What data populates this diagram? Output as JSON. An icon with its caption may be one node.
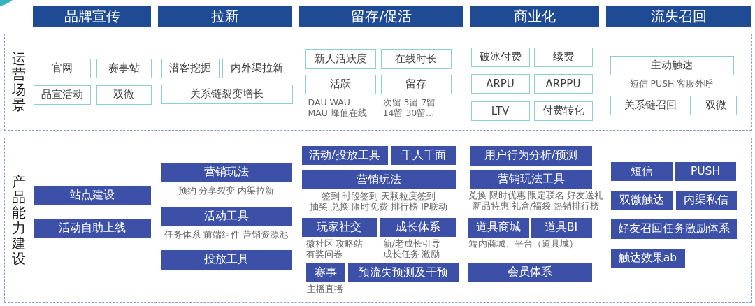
{
  "diagram": {
    "nodes": [
      {
        "text": [
          "品牌宣传"
        ]
      },
      {
        "text": [
          "拉新"
        ]
      },
      {
        "text": [
          "留存/促活"
        ]
      },
      {
        "text": [
          "商业化"
        ]
      },
      {
        "text": [
          "流失召回"
        ]
      },
      {
        "text": [
          "运营场景"
        ]
      },
      {
        "text": [
          "官网"
        ],
        "in": 5
      },
      {
        "text": [
          "赛事站"
        ],
        "in": 5
      },
      {
        "text": [
          "品宣活动"
        ],
        "in": 5
      },
      {
        "text": [
          "双微"
        ],
        "in": 5
      },
      {
        "text": [
          "潜客挖掘"
        ],
        "in": 5
      },
      {
        "text": [
          "内外渠拉新"
        ],
        "in": 5
      },
      {
        "text": [
          "关系链裂变增长"
        ],
        "in": 5
      },
      {
        "text": [
          "新人活跃度"
        ],
        "in": 5
      },
      {
        "text": [
          "在线时长"
        ],
        "in": 5
      },
      {
        "text": [
          "活跃"
        ],
        "in": 5,
        "beside": [
          "DAU WAU MAU 峰值在线"
        ]
      },
      {
        "text": [
          "留存"
        ],
        "in": 5,
        "beside": [
          "次留 3留 7留 14留 30留..."
        ]
      },
      {
        "text": [
          "破冰付费"
        ],
        "in": 5
      },
      {
        "text": [
          "续费"
        ],
        "in": 5
      },
      {
        "text": [
          "ARPU"
        ],
        "in": 5
      },
      {
        "text": [
          "ARPPU"
        ],
        "in": 5
      },
      {
        "text": [
          "LTV"
        ],
        "in": 5
      },
      {
        "text": [
          "付费转化"
        ],
        "in": 5
      },
      {
        "text": [
          "主动触达"
        ],
        "in": 5,
        "beside": [
          "短信 PUSH 客服外呼"
        ]
      },
      {
        "text": [
          "关系链召回"
        ],
        "in": 5
      },
      {
        "text": [
          "双微"
        ],
        "in": 5
      },
      {
        "text": [
          "产品能力建设"
        ]
      },
      {
        "text": [
          "站点建设"
        ],
        "in": 26
      },
      {
        "text": [
          "活动自助上线"
        ],
        "in": 26
      },
      {
        "text": [
          "营销玩法"
        ],
        "in": 26,
        "beside": [
          "预约 分享裂变 内渠拉新"
        ]
      },
      {
        "text": [
          "活动工具"
        ],
        "in": 26,
        "beside": [
          "任务体系 前端组件 营销资源池"
        ]
      },
      {
        "text": [
          "投放工具"
        ],
        "in": 26
      },
      {
        "text": [
          "活动/投放工具"
        ],
        "in": 26
      },
      {
        "text": [
          "千人千面"
        ],
        "in": 26
      },
      {
        "text": [
          "营销玩法"
        ],
        "in": 26,
        "beside": [
          "签到 时段签到 天颗粒度签到抽奖 兑换 限时免费 排行榜 IP联动"
        ]
      },
      {
        "text": [
          "玩家社交"
        ],
        "in": 26,
        "beside": [
          "微社区 攻略站有奖问卷"
        ]
      },
      {
        "text": [
          "成长体系"
        ],
        "in": 26,
        "beside": [
          "新/老成长引导成长任务 激励"
        ]
      },
      {
        "text": [
          "赛事"
        ],
        "in": 26,
        "beside": [
          "主播直播"
        ]
      },
      {
        "text": [
          "预流失预测及干预"
        ],
        "in": 26
      },
      {
        "text": [
          "用户行为分析/预测"
        ],
        "in": 26
      },
      {
        "text": [
          "营销玩法工具"
        ],
        "in": 26,
        "beside": [
          "兑换 限时优惠 限定联名 好友送礼新品特惠 礼盒/福袋 热销排行榜"
        ]
      },
      {
        "text": [
          "道具商城"
        ],
        "in": 26,
        "beside": [
          "端内商城、平台（道具城）"
        ]
      },
      {
        "text": [
          "道具BI"
        ],
        "in": 26
      },
      {
        "text": [
          "会员体系"
        ],
        "in": 26
      },
      {
        "text": [
          "短信"
        ],
        "in": 26
      },
      {
        "text": [
          "PUSH"
        ],
        "in": 26
      },
      {
        "text": [
          "双微触达"
        ],
        "in": 26
      },
      {
        "text": [
          "内渠私信"
        ],
        "in": 26
      },
      {
        "text": [
          "好友召回任务激励体系"
        ],
        "in": 26
      },
      {
        "text": [
          "触达效果ab"
        ],
        "in": 26
      }
    ]
  }
}
